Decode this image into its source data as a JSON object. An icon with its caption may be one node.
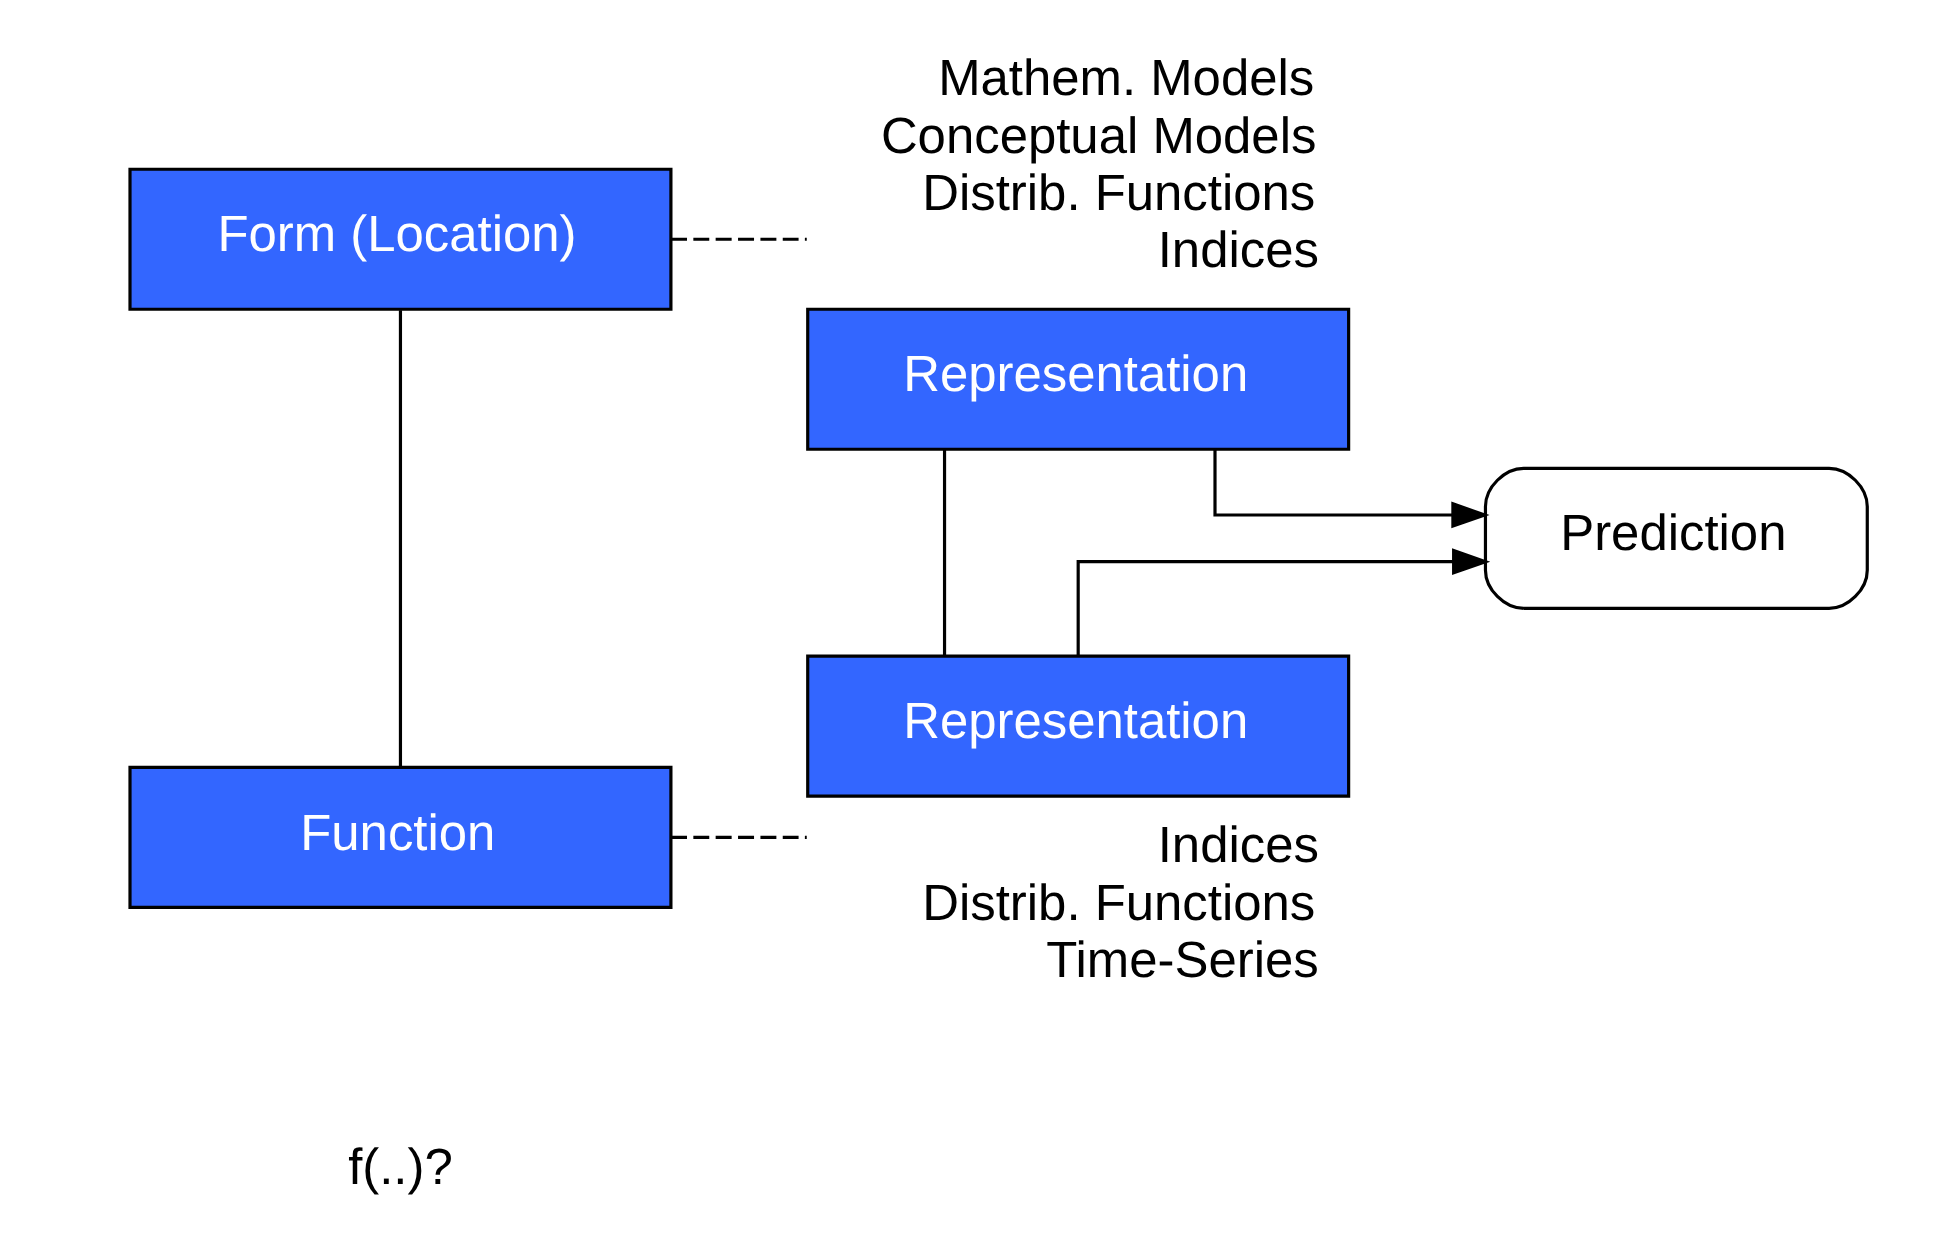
{
  "diagram": {
    "nodes": [
      {
        "text": [
          "Form (Location)"
        ]
      },
      {
        "text": [
          "Representation"
        ],
        "beside": [
          "Mathem. Models",
          "Conceptual Models",
          "Distrib. Functions",
          "Indices"
        ]
      },
      {
        "text": [
          "Function"
        ]
      },
      {
        "text": [
          "Representation"
        ],
        "beside": [
          "Indices",
          "Distrib. Functions",
          "Time-Series"
        ]
      },
      {
        "text": [
          "Prediction"
        ]
      }
    ],
    "edges": [
      {
        "from": 0,
        "to": 1,
        "arrow": "none",
        "style": "dashed"
      },
      {
        "from": 0,
        "to": 2,
        "arrow": "none"
      },
      {
        "from": 2,
        "to": 3,
        "arrow": "none",
        "style": "dashed"
      },
      {
        "from": 1,
        "to": 3,
        "arrow": "none"
      },
      {
        "from": 1,
        "to": 4,
        "arrow": "to"
      },
      {
        "from": 3,
        "to": 4,
        "arrow": "to"
      }
    ],
    "labels": [
      "f(..)?"
    ]
  }
}
